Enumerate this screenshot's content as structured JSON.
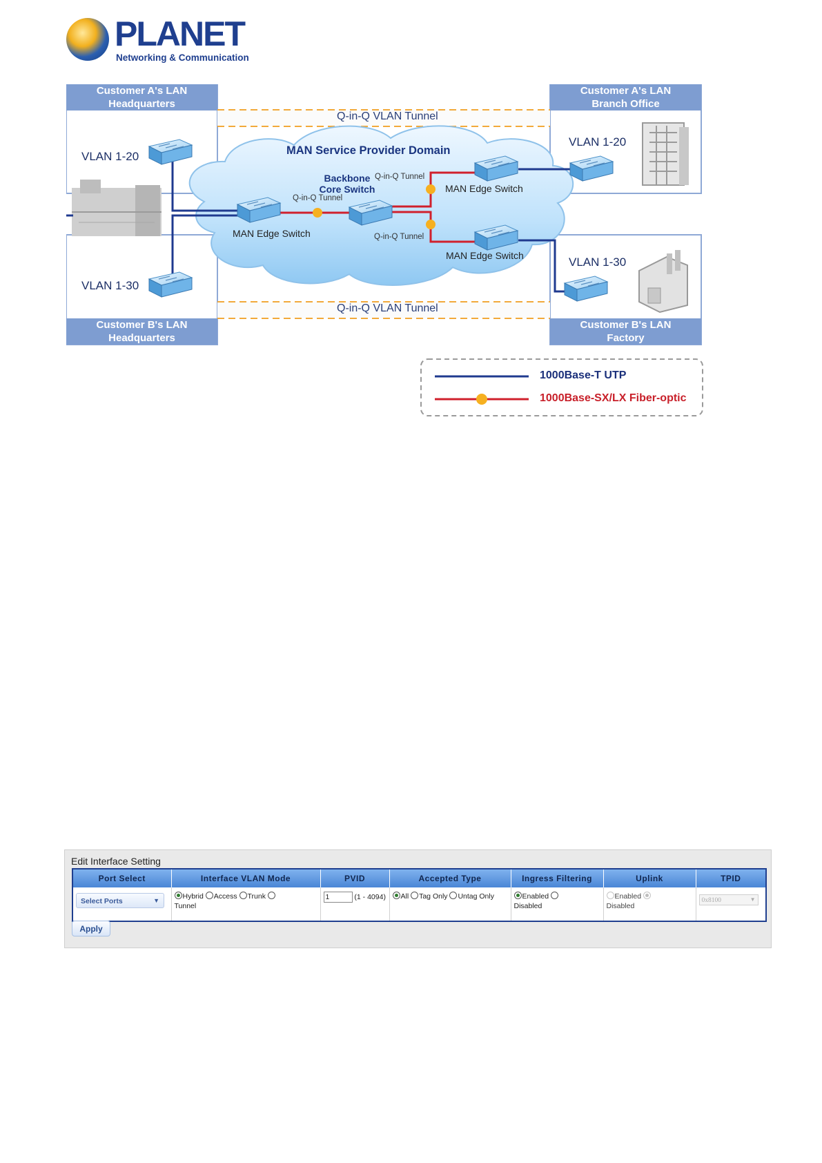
{
  "logo": {
    "name": "PLANET",
    "tagline": "Networking & Communication"
  },
  "diagram": {
    "boxes": {
      "top_left": "Customer A's LAN\nHeadquarters",
      "top_right": "Customer A's LAN\nBranch Office",
      "bottom_left": "Customer B's LAN\nHeadquarters",
      "bottom_right": "Customer B's LAN\nFactory"
    },
    "vlans": {
      "top_left": "VLAN 1-20",
      "top_right": "VLAN 1-20",
      "bottom_left": "VLAN 1-30",
      "bottom_right": "VLAN 1-30"
    },
    "tunnel_top": "Q-in-Q VLAN Tunnel",
    "tunnel_bottom": "Q-in-Q VLAN Tunnel",
    "domain_title": "MAN Service Provider Domain",
    "core_switch": "Backbone\nCore Switch",
    "edge_left": "MAN Edge Switch",
    "edge_top_right": "MAN Edge Switch",
    "edge_bottom_right": "MAN Edge Switch",
    "qinq_upper": "Q-in-Q Tunnel",
    "qinq_left": "Q-in-Q Tunnel",
    "qinq_lower": "Q-in-Q Tunnel",
    "legend": {
      "utp": "1000Base-T UTP",
      "fiber": "1000Base-SX/LX Fiber-optic"
    },
    "colors": {
      "box_fill": "#7e9dd1",
      "utp_line": "#1f3a8f",
      "fiber_line": "#d0202c",
      "tunnel_dash": "#f2a93a"
    }
  },
  "panel": {
    "title": "Edit Interface Setting",
    "headers": [
      "Port Select",
      "Interface VLAN Mode",
      "PVID",
      "Accepted Type",
      "Ingress Filtering",
      "Uplink",
      "TPID"
    ],
    "port_select": "Select Ports",
    "vlan_mode_options": [
      "Hybrid",
      "Access",
      "Trunk",
      "Tunnel"
    ],
    "vlan_mode_selected": "Hybrid",
    "pvid_value": "1",
    "pvid_range": "(1 - 4094)",
    "accepted_options": [
      "All",
      "Tag Only",
      "Untag Only"
    ],
    "accepted_selected": "All",
    "ingress_options": [
      "Enabled",
      "Disabled"
    ],
    "ingress_selected": "Enabled",
    "uplink_options": [
      "Enabled",
      "Disabled"
    ],
    "uplink_selected": "Disabled",
    "tpid_value": "0x8100",
    "apply_label": "Apply"
  }
}
